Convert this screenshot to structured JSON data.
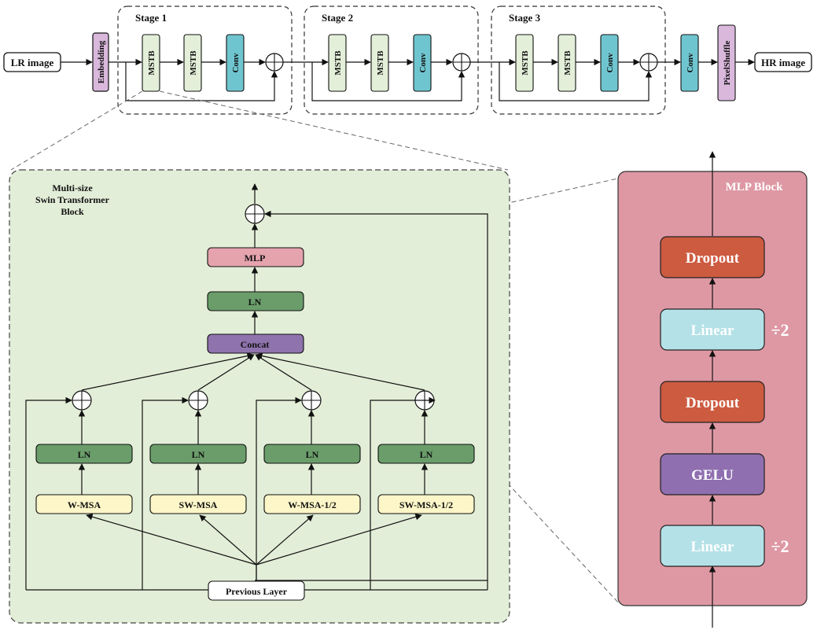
{
  "pipeline": {
    "input_label": "LR image",
    "output_label": "HR image",
    "embedding_label": "Embedding",
    "stages": [
      {
        "title": "Stage 1",
        "blocks": [
          "MSTB",
          "MSTB",
          "Conv"
        ]
      },
      {
        "title": "Stage 2",
        "blocks": [
          "MSTB",
          "MSTB",
          "Conv"
        ]
      },
      {
        "title": "Stage 3",
        "blocks": [
          "MSTB",
          "MSTB",
          "Conv"
        ]
      }
    ],
    "final_conv_label": "Conv",
    "pixelshuffle_label": "PixelShuffle"
  },
  "mstb": {
    "title_line1": "Multi-size",
    "title_line2": "Swin Transformer",
    "title_line3": "Block",
    "mlp_label": "MLP",
    "ln_label": "LN",
    "concat_label": "Concat",
    "branches": [
      {
        "attn": "W-MSA",
        "norm": "LN"
      },
      {
        "attn": "SW-MSA",
        "norm": "LN"
      },
      {
        "attn": "W-MSA-1/2",
        "norm": "LN"
      },
      {
        "attn": "SW-MSA-1/2",
        "norm": "LN"
      }
    ],
    "previous_layer_label": "Previous Layer"
  },
  "mlp_block": {
    "title": "MLP Block",
    "layers_top_to_bottom": [
      {
        "label": "Dropout",
        "note": ""
      },
      {
        "label": "Linear",
        "note": "÷2"
      },
      {
        "label": "Dropout",
        "note": ""
      },
      {
        "label": "GELU",
        "note": ""
      },
      {
        "label": "Linear",
        "note": "÷2"
      }
    ]
  },
  "colors": {
    "embedding_fill": "#d9b8dc",
    "mstb_fill": "#e3efd9",
    "conv_fill": "#6fc5cf",
    "mstb_panel_fill": "#e3eed8",
    "ln_fill": "#6a9d6a",
    "concat_fill": "#8f73ad",
    "mlp_fill": "#e5a3ae",
    "attn_fill": "#fdf6c8",
    "mlp_panel_fill": "#de98a4",
    "dropout_fill": "#cd5b40",
    "linear_fill": "#b4e1e7",
    "gelu_fill": "#8f6fb0"
  }
}
